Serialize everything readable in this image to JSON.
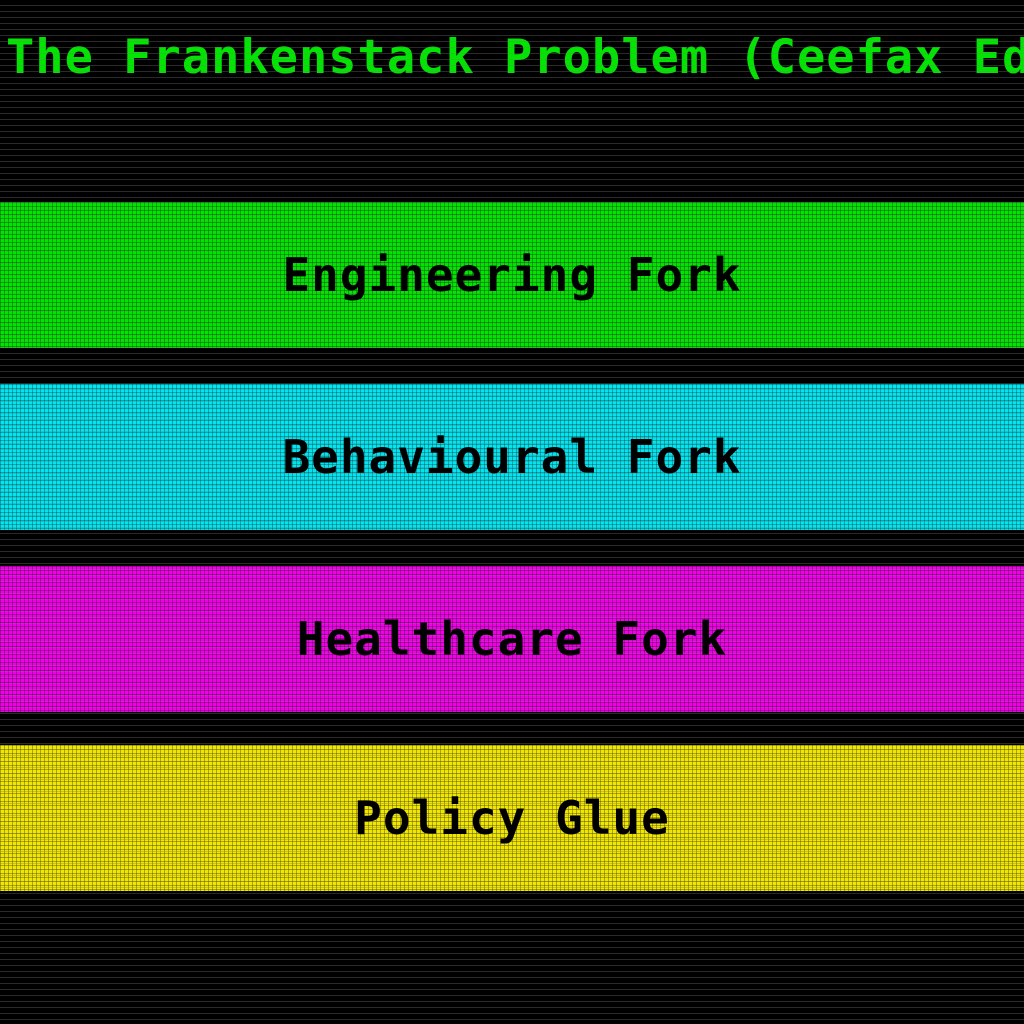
{
  "title": "The Frankenstack Problem (Ceefax Editi",
  "colors": {
    "background": "#000000",
    "title": "#00e600"
  },
  "layers": [
    {
      "label": "Engineering Fork",
      "color": "#00e600"
    },
    {
      "label": "Behavioural Fork",
      "color": "#00e5f0"
    },
    {
      "label": "Healthcare Fork",
      "color": "#f000e6"
    },
    {
      "label": "Policy Glue",
      "color": "#f0e600"
    }
  ]
}
